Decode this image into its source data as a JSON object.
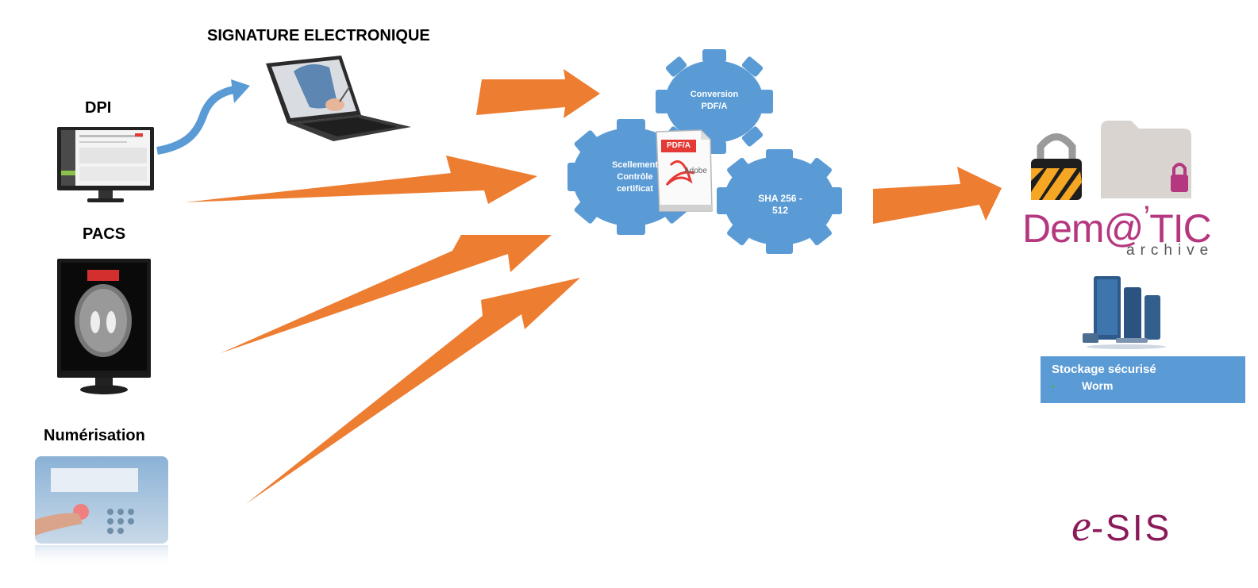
{
  "sources": {
    "signature": "SIGNATURE ELECTRONIQUE",
    "dpi": "DPI",
    "pacs": "PACS",
    "numerisation": "Numérisation"
  },
  "process": {
    "conversion": [
      "Conversion",
      "PDF/A"
    ],
    "scellement": [
      "Scellement",
      "Contrôle",
      "certificat"
    ],
    "sha": [
      "SHA 256 -",
      "512"
    ],
    "pdf_badge": "PDF/A",
    "adobe_label": "Adobe"
  },
  "archive": {
    "brand_left": "Dem@",
    "brand_right": "TIC",
    "brand_sub": "archive",
    "storage_title": "Stockage sécurisé",
    "storage_bullet": "Worm"
  },
  "logo": {
    "text_left": "e",
    "text_right": "-SIS"
  },
  "colors": {
    "arrow_orange": "#ed7d31",
    "gear_blue": "#5b9bd5",
    "curve_blue": "#5b9bd5",
    "brand_magenta": "#b5377f",
    "esis_purple": "#8b1a5a"
  }
}
